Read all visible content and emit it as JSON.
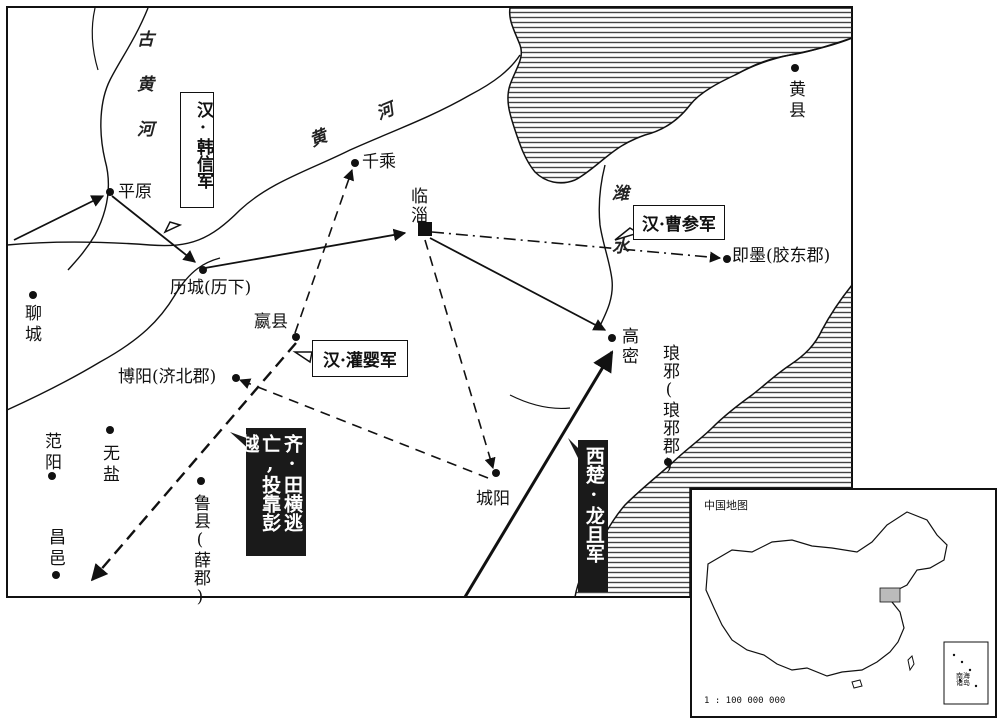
{
  "places": {
    "pingyuan": "平原",
    "qiancheng": "千乘",
    "linzi": "临淄",
    "licheng": "历城(历下)",
    "yingxian": "嬴县",
    "boyang": "博阳(济北郡)",
    "chengyang": "城阳",
    "gaomi": "高密",
    "jimo": "即墨(胶东郡)",
    "huangxian": "黄县",
    "liaocheng": "聊城",
    "fanyang": "范阳",
    "wuyan": "无盐",
    "changyi": "昌邑",
    "luxian": "鲁县(薛郡)",
    "langya": "琅邪(琅邪郡)"
  },
  "rivers": {
    "gu_huanghe": "古黄河",
    "huanghe": "黄河",
    "weishui": "潍水"
  },
  "armies": {
    "han_hanxin": "汉·韩信军",
    "han_caocan": "汉·曹参军",
    "han_guanying": "汉·灌婴军",
    "qi_tianheng": "齐·田横逃亡,投靠彭越",
    "xichu_longju": "西楚·龙且军"
  },
  "inset": {
    "title": "中国地图",
    "scale": "1 : 100 000 000",
    "south_sea_note": "南海诸岛"
  },
  "colors": {
    "ink": "#111111",
    "sea_hatch": "#444444",
    "highlight": "#bbbbbb"
  }
}
